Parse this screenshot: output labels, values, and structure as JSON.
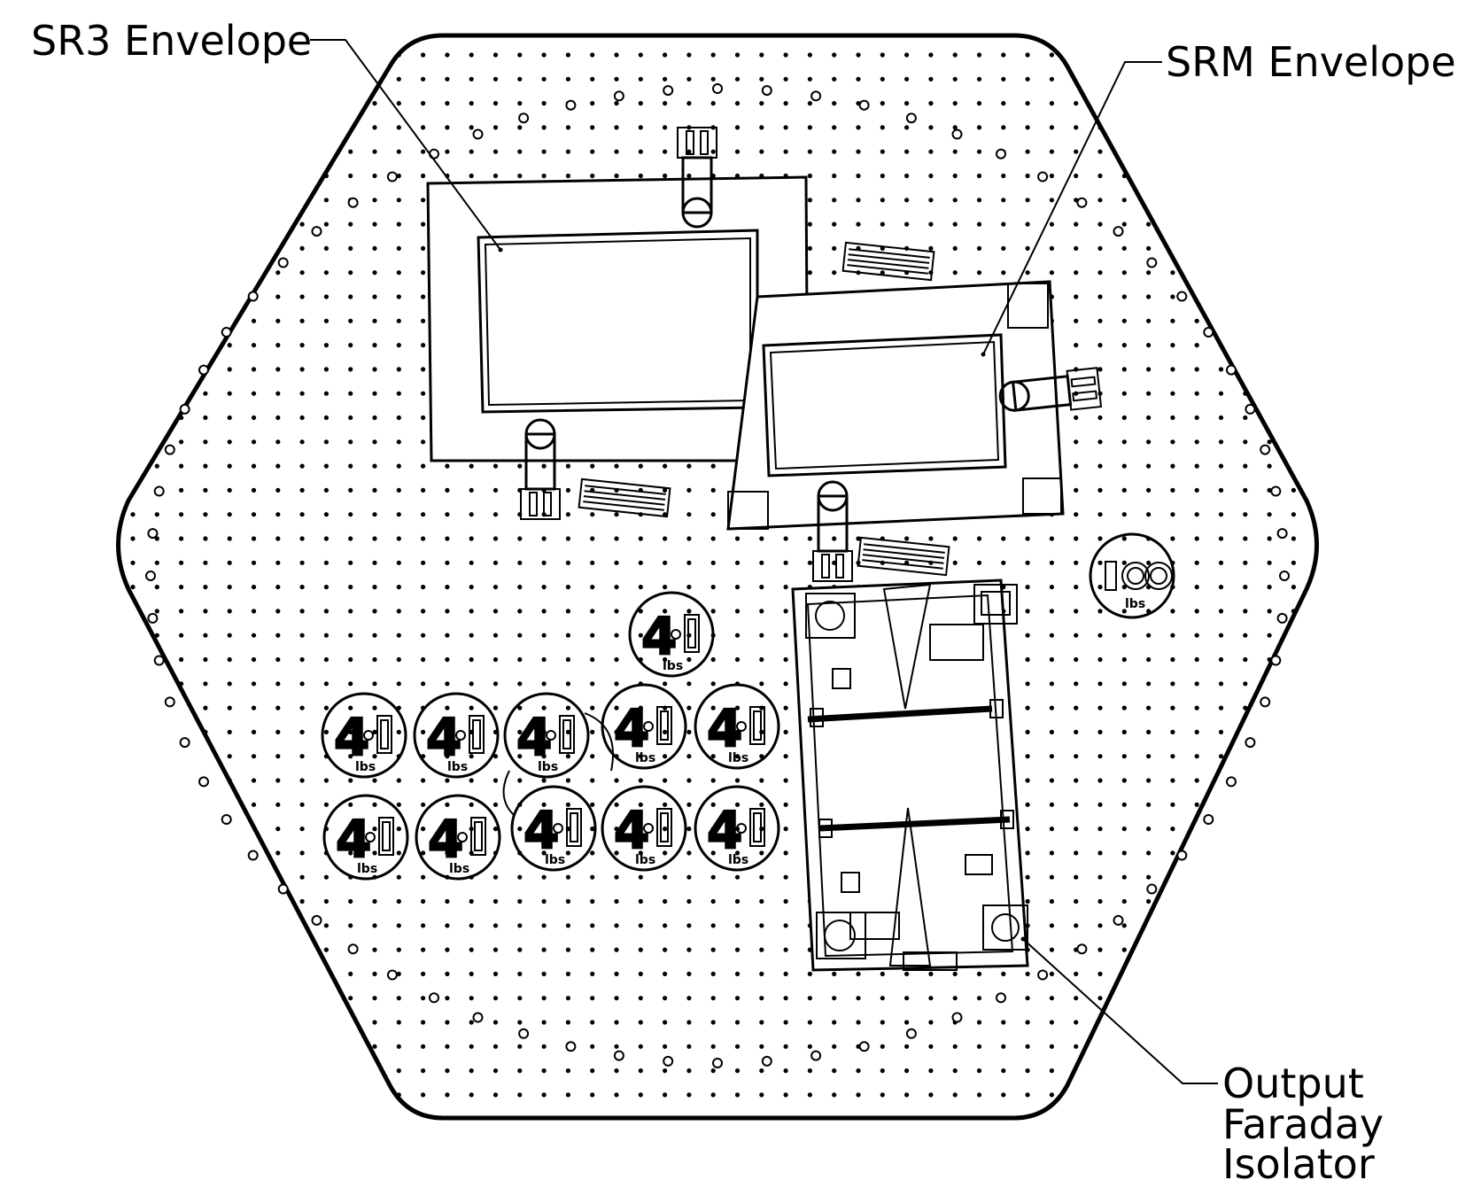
{
  "labels": {
    "sr3_envelope": "SR3 Envelope",
    "srm_envelope": "SRM Envelope",
    "output_faraday_line1": "Output",
    "output_faraday_line2": "Faraday",
    "output_faraday_line3": "Isolator"
  },
  "weights": {
    "small_weight_value": "40",
    "small_weight_unit": "lbs",
    "large_weight_value": "100",
    "large_weight_unit": "lbs"
  },
  "small_weight_count": 11,
  "large_weight_count": 1
}
